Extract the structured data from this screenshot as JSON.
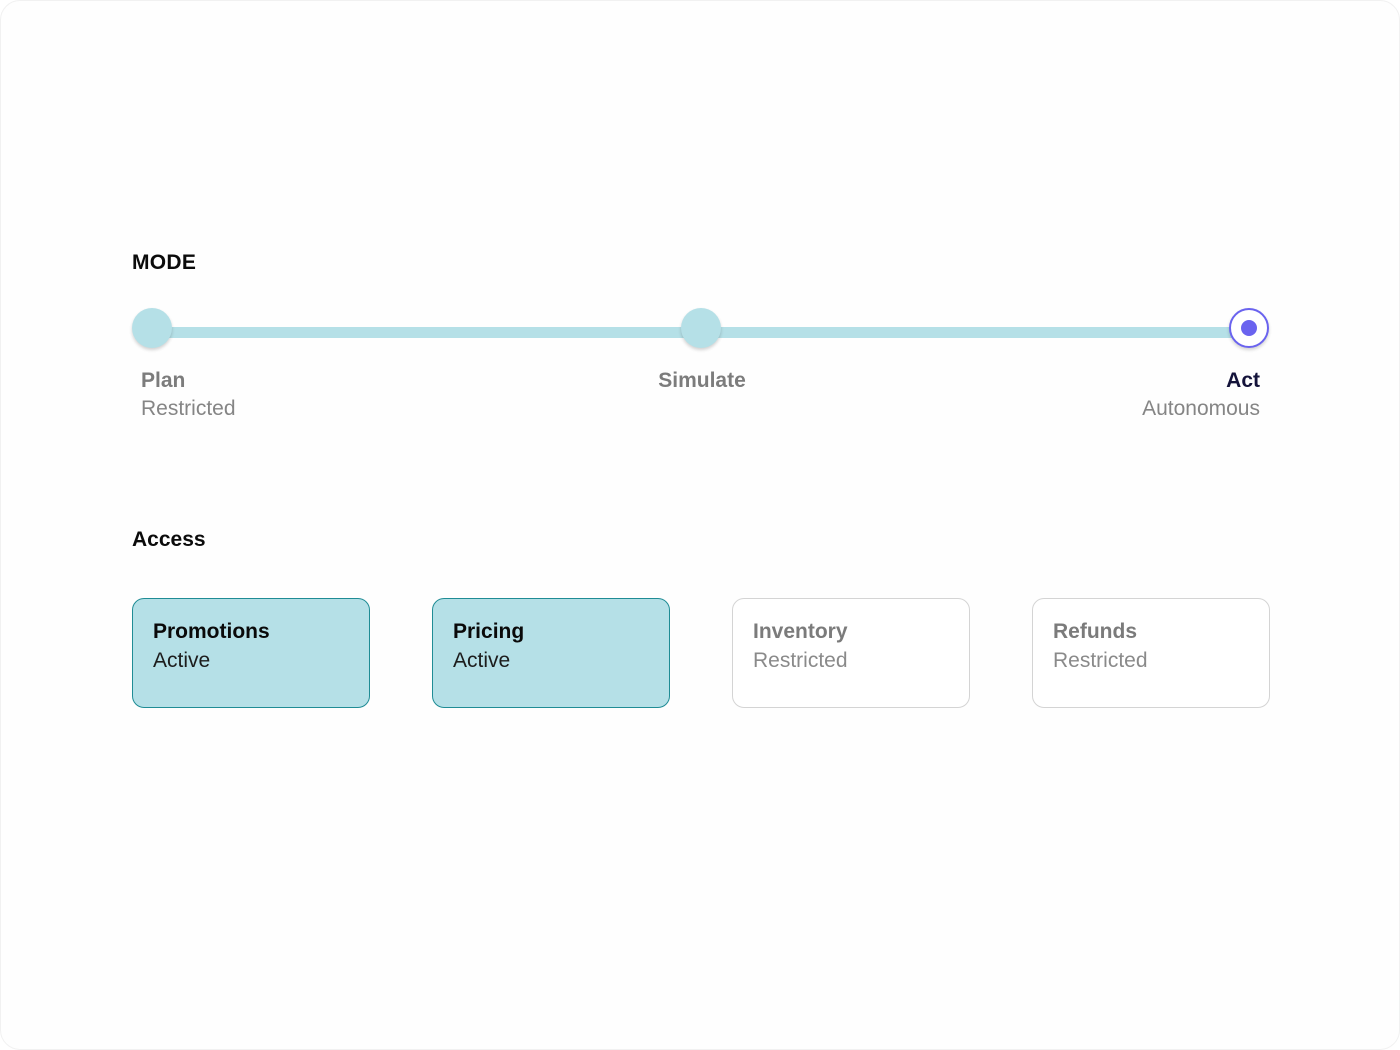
{
  "colors": {
    "track": "#b5e0e7",
    "stop_fill": "#b5e0e7",
    "selected_ring": "#6a63ef",
    "selected_dot": "#6a63ef",
    "card_active_bg": "#b5e0e7",
    "card_active_border": "#1f8c95",
    "card_restricted_border": "#d4d4d4"
  },
  "mode": {
    "title": "MODE",
    "selected_index": 2,
    "stops": [
      {
        "name": "Plan",
        "sub": "Restricted"
      },
      {
        "name": "Simulate",
        "sub": ""
      },
      {
        "name": "Act",
        "sub": "Autonomous"
      }
    ]
  },
  "access": {
    "title": "Access",
    "cards": [
      {
        "name": "Promotions",
        "status": "Active",
        "state": "active"
      },
      {
        "name": "Pricing",
        "status": "Active",
        "state": "active"
      },
      {
        "name": "Inventory",
        "status": "Restricted",
        "state": "restricted"
      },
      {
        "name": "Refunds",
        "status": "Restricted",
        "state": "restricted"
      }
    ]
  }
}
